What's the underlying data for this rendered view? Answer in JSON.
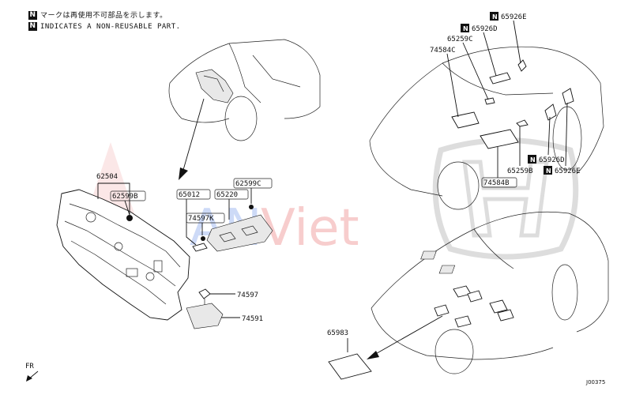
{
  "notes": {
    "jp": "マークは再使用不可部品を示します。",
    "en": "INDICATES A NON-REUSABLE PART.",
    "badge": "N"
  },
  "watermark": {
    "text_a": "AN",
    "text_b": "Viet"
  },
  "labels": {
    "p62504": "62504",
    "p62599b": "62599B",
    "p65012": "65012",
    "p65220": "65220",
    "p62599c": "62599C",
    "p74597k": "74597K",
    "p74597": "74597",
    "p74591": "74591",
    "p65926e_top": "65926E",
    "p65926d_top": "65926D",
    "p65259c": "65259C",
    "p74584c": "74584C",
    "p65926d_mid": "65926D",
    "p65259b": "65259B",
    "p65926e_mid": "65926E",
    "p74584b": "74584B",
    "p65983": "65983",
    "fr": "FR",
    "diagram_code": "J00375"
  },
  "colors": {
    "line": "#111111",
    "watermark_red": "#e23b3b",
    "watermark_blue": "#3b6fe2",
    "logo_gray": "#c8c8c8"
  }
}
